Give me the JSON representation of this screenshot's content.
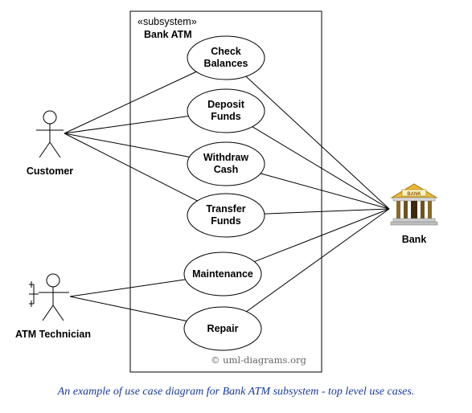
{
  "system": {
    "stereotype": "«subsystem»",
    "name": "Bank ATM"
  },
  "use_cases": [
    {
      "id": "check-balances",
      "lines": [
        "Check",
        "Balances"
      ]
    },
    {
      "id": "deposit-funds",
      "lines": [
        "Deposit",
        "Funds"
      ]
    },
    {
      "id": "withdraw-cash",
      "lines": [
        "Withdraw",
        "Cash"
      ]
    },
    {
      "id": "transfer-funds",
      "lines": [
        "Transfer",
        "Funds"
      ]
    },
    {
      "id": "maintenance",
      "lines": [
        "Maintenance"
      ]
    },
    {
      "id": "repair",
      "lines": [
        "Repair"
      ]
    }
  ],
  "actors": {
    "customer": "Customer",
    "technician": "ATM Technician",
    "bank": "Bank",
    "bank_sign": "BANK"
  },
  "associations": [
    [
      "customer",
      "check-balances"
    ],
    [
      "customer",
      "deposit-funds"
    ],
    [
      "customer",
      "withdraw-cash"
    ],
    [
      "customer",
      "transfer-funds"
    ],
    [
      "technician",
      "maintenance"
    ],
    [
      "technician",
      "repair"
    ],
    [
      "check-balances",
      "bank"
    ],
    [
      "deposit-funds",
      "bank"
    ],
    [
      "withdraw-cash",
      "bank"
    ],
    [
      "transfer-funds",
      "bank"
    ],
    [
      "maintenance",
      "bank"
    ],
    [
      "repair",
      "bank"
    ]
  ],
  "copyright": "© uml-diagrams.org",
  "caption": "An example of use case diagram for Bank ATM subsystem - top level use cases.",
  "colors": {
    "line": "#000000",
    "ellipse_fill": "#ffffff",
    "caption": "#1a3a9c",
    "bank_gold": "#e0b030"
  }
}
